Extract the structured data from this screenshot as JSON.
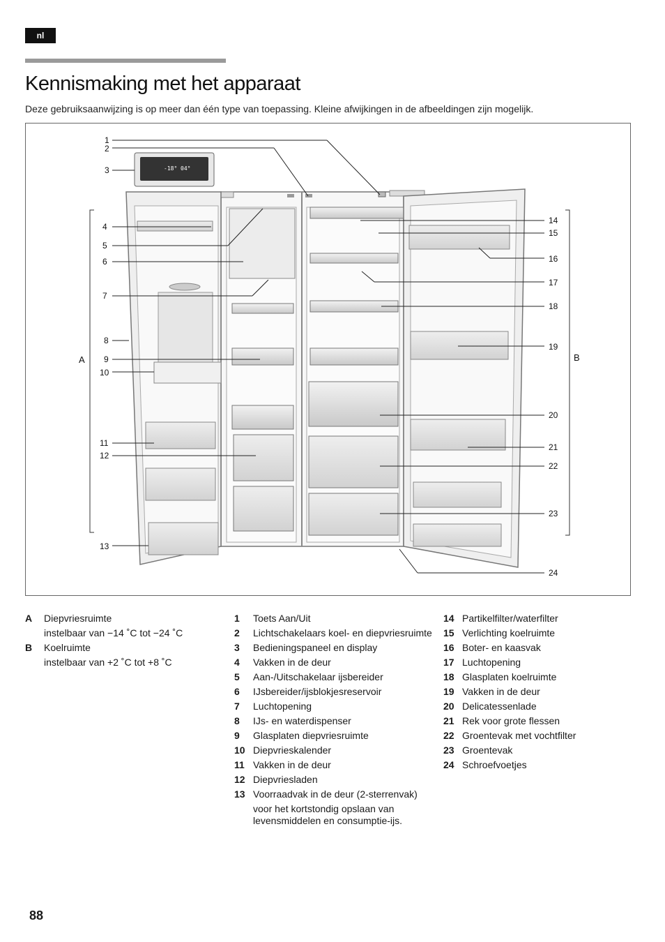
{
  "header": {
    "lang_tag": "nl",
    "title": "Kennismaking met het apparaat",
    "intro": "Deze gebruiksaanwijzing is op meer dan één type van toepassing. Kleine afwijkingen in de afbeeldingen zijn mogelijk."
  },
  "figure": {
    "callouts": [
      "1",
      "2",
      "3",
      "4",
      "5",
      "6",
      "7",
      "8",
      "9",
      "10",
      "11",
      "12",
      "13",
      "14",
      "15",
      "16",
      "17",
      "18",
      "19",
      "20",
      "21",
      "22",
      "23",
      "24"
    ],
    "zone_a": "A",
    "zone_b": "B",
    "display_temp_freezer": "-18°",
    "display_temp_fridge": "04°"
  },
  "legend": {
    "zones": [
      {
        "key": "A",
        "text": "Diepvriesruimte",
        "sub": "instelbaar van −14 ˚C tot −24 ˚C"
      },
      {
        "key": "B",
        "text": "Koelruimte",
        "sub": "instelbaar van +2 ˚C tot +8 ˚C"
      }
    ],
    "items_col1": [
      {
        "key": "1",
        "text": "Toets Aan/Uit"
      },
      {
        "key": "2",
        "text": "Lichtschakelaars koel- en diepvriesruimte"
      },
      {
        "key": "3",
        "text": "Bedieningspaneel en display"
      },
      {
        "key": "4",
        "text": "Vakken in de deur"
      },
      {
        "key": "5",
        "text": "Aan-/Uitschakelaar ijsbereider"
      },
      {
        "key": "6",
        "text": "IJsbereider/ijsblokjesreservoir"
      },
      {
        "key": "7",
        "text": "Luchtopening"
      },
      {
        "key": "8",
        "text": "IJs- en waterdispenser"
      },
      {
        "key": "9",
        "text": "Glasplaten diepvriesruimte"
      },
      {
        "key": "10",
        "text": "Diepvrieskalender"
      },
      {
        "key": "11",
        "text": "Vakken in de deur"
      },
      {
        "key": "12",
        "text": "Diepvriesladen"
      },
      {
        "key": "13",
        "text": "Voorraadvak in de deur (2-sterrenvak)",
        "sub": "voor het kortstondig opslaan van levensmiddelen en consumptie-ijs."
      }
    ],
    "items_col2": [
      {
        "key": "14",
        "text": "Partikelfilter/waterfilter"
      },
      {
        "key": "15",
        "text": "Verlichting koelruimte"
      },
      {
        "key": "16",
        "text": "Boter- en kaasvak"
      },
      {
        "key": "17",
        "text": "Luchtopening"
      },
      {
        "key": "18",
        "text": "Glasplaten koelruimte"
      },
      {
        "key": "19",
        "text": "Vakken in de deur"
      },
      {
        "key": "20",
        "text": "Delicatessenlade"
      },
      {
        "key": "21",
        "text": "Rek voor grote flessen"
      },
      {
        "key": "22",
        "text": "Groentevak met vochtfilter"
      },
      {
        "key": "23",
        "text": "Groentevak"
      },
      {
        "key": "24",
        "text": "Schroefvoetjes"
      }
    ]
  },
  "footer": {
    "page_number": "88"
  }
}
